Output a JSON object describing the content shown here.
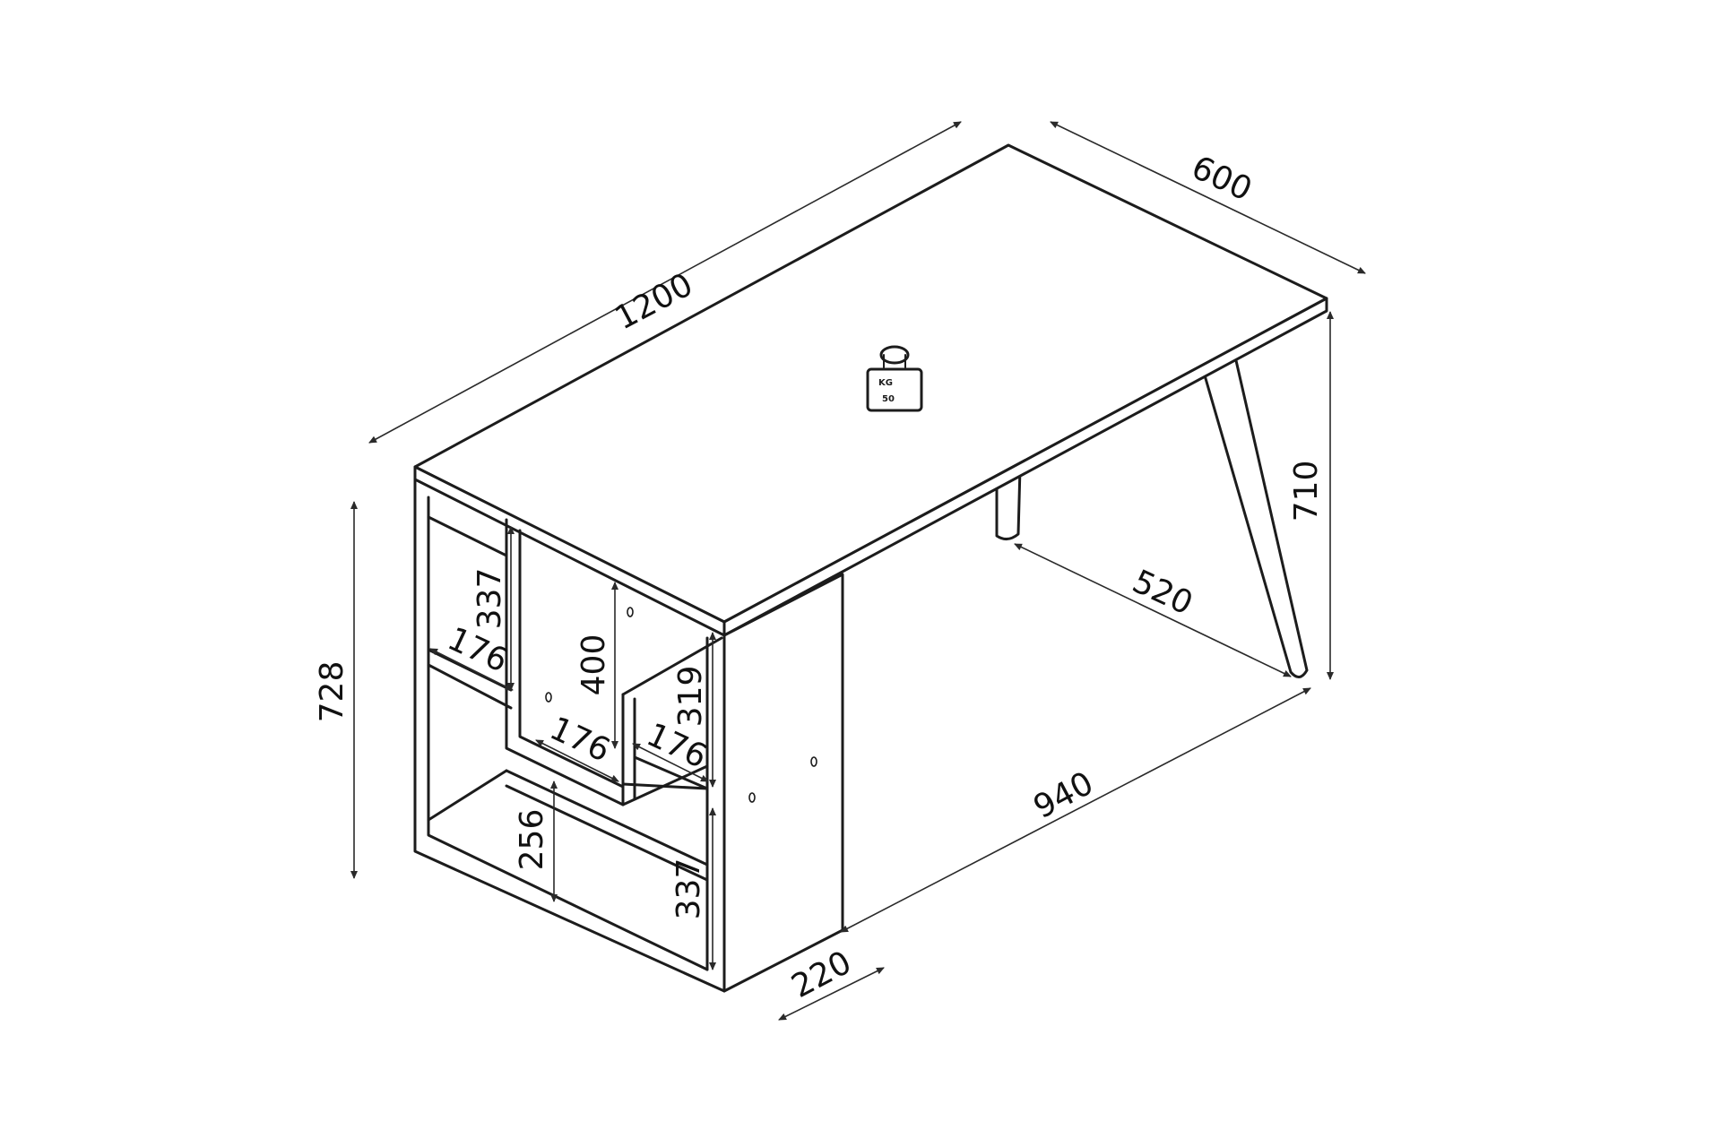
{
  "dimensions": {
    "top_length": "1200",
    "top_depth": "600",
    "leg_height": "710",
    "leg_spacing": "520",
    "total_height": "728",
    "shelf_depth": "220",
    "desk_span": "940",
    "upper_shelf_height": "337",
    "inner_shelf_height": "400",
    "right_shelf_height": "319",
    "lower_middle_height": "256",
    "lower_right_height": "337",
    "shelf_width_1": "176",
    "shelf_width_2": "176",
    "shelf_width_3": "176"
  },
  "colors": {
    "line": "#1c1c1c",
    "background": "#ffffff"
  },
  "icons": {
    "weight": "weight-load-icon"
  }
}
